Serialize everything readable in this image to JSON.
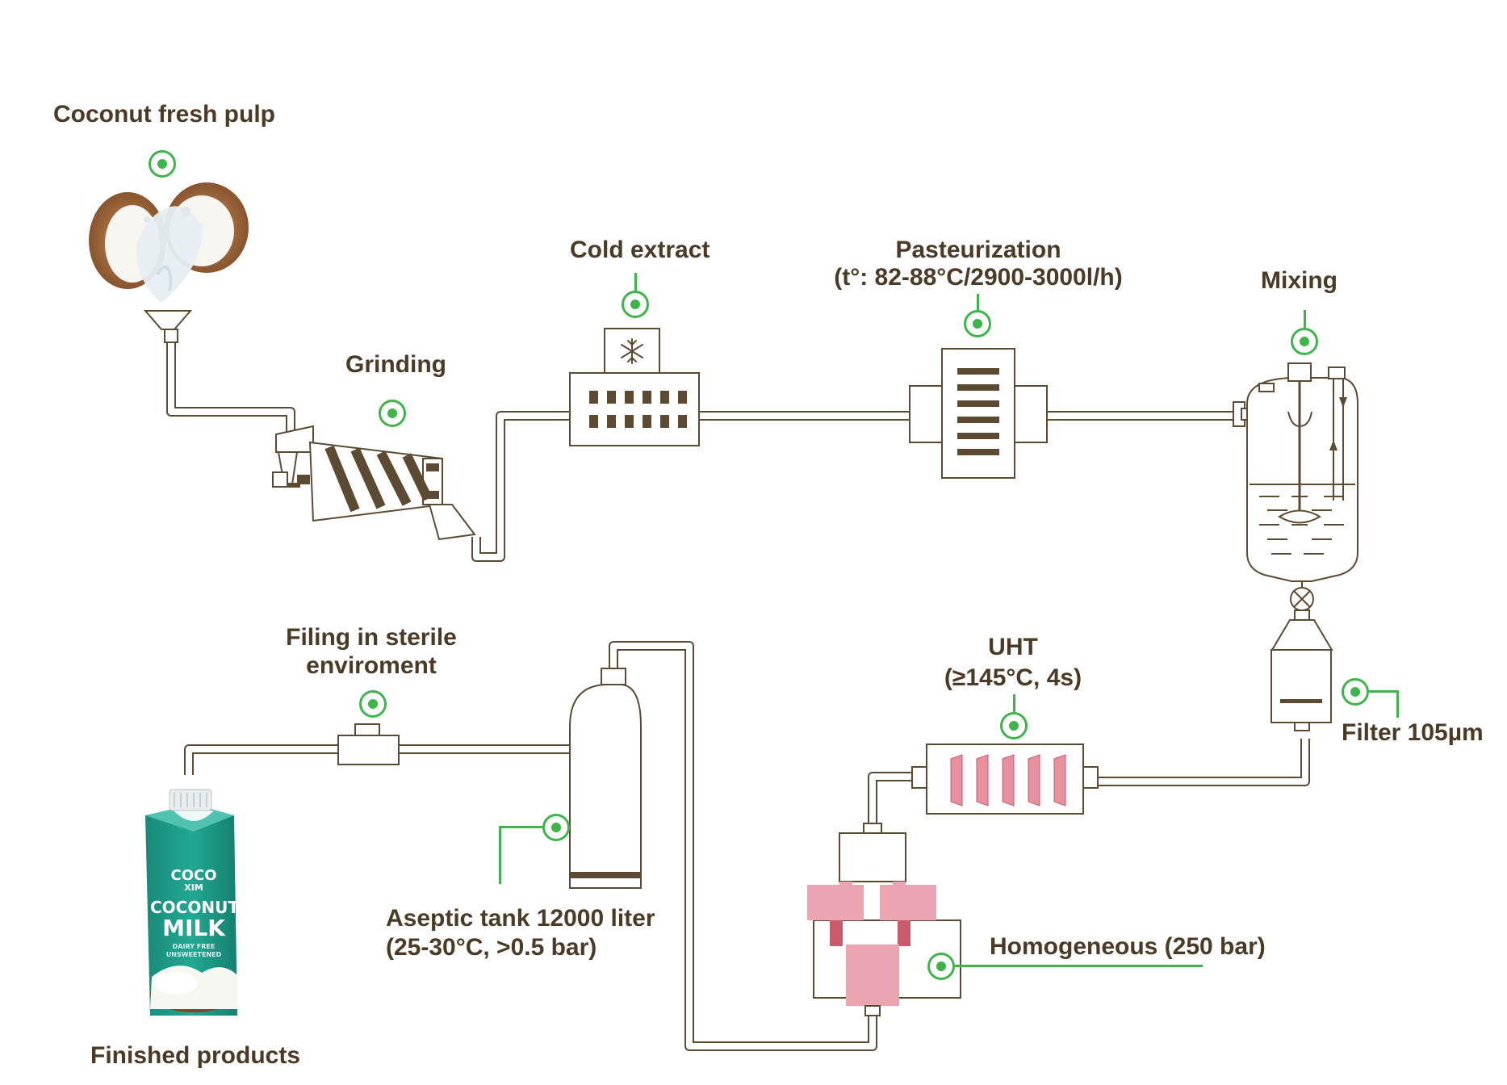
{
  "colors": {
    "pipe": "#5c4a33",
    "accent_green": "#3db54a",
    "text": "#4a3a26",
    "uht_pink": "#e8909f",
    "homogenizer_pink": "#eaa5b0",
    "homogenizer_dark": "#c85a6a",
    "carton_teal": "#1f9e8c"
  },
  "steps": {
    "coconut_fresh_pulp": "Coconut fresh pulp",
    "grinding": "Grinding",
    "cold_extract": "Cold extract",
    "pasteurization": "Pasteurization",
    "pasteurization_params": "(t°: 82-88°C/2900-3000l/h)",
    "mixing": "Mixing",
    "filter": "Filter 105µm",
    "uht": "UHT",
    "uht_params": "(≥145°C, 4s)",
    "homogeneous": "Homogeneous (250 bar)",
    "aseptic_tank": "Aseptic tank 12000 liter",
    "aseptic_tank_params": "(25-30°C, >0.5 bar)",
    "filling_line1": "Filing in sterile",
    "filling_line2": "enviroment",
    "finished_products": "Finished products"
  },
  "carton": {
    "brand_top": "COCO",
    "brand_bottom": "XIM",
    "product_line1": "COCONUT",
    "product_line2": "MILK",
    "sub_line1": "DAIRY FREE",
    "sub_line2": "UNSWEETENED"
  },
  "icons": {
    "cold_extract_icon": "snowflake-icon",
    "marker_icon": "target-dot-icon"
  }
}
